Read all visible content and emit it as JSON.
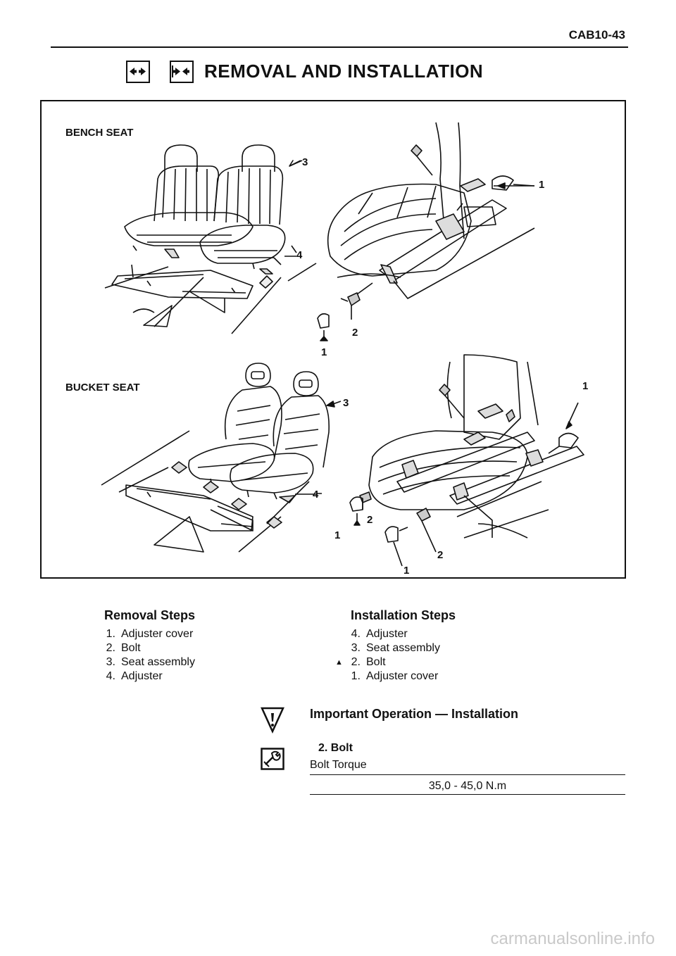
{
  "header": {
    "page_code": "CAB10-43",
    "title": "REMOVAL AND INSTALLATION"
  },
  "icons": {
    "removal": "remove-arrows-icon",
    "installation": "install-arrows-icon",
    "important": "warning-triangle-icon",
    "torque": "torque-wrench-icon"
  },
  "diagram": {
    "bench_label": "BENCH SEAT",
    "bucket_label": "BUCKET SEAT",
    "callouts": [
      "1",
      "2",
      "3",
      "4"
    ]
  },
  "removal": {
    "heading": "Removal Steps",
    "steps": [
      {
        "num": "1.",
        "text": "Adjuster cover"
      },
      {
        "num": "2.",
        "text": "Bolt"
      },
      {
        "num": "3.",
        "text": "Seat assembly"
      },
      {
        "num": "4.",
        "text": "Adjuster"
      }
    ]
  },
  "installation": {
    "heading": "Installation Steps",
    "steps": [
      {
        "num": "4.",
        "text": "Adjuster",
        "marker": ""
      },
      {
        "num": "3.",
        "text": "Seat assembly",
        "marker": ""
      },
      {
        "num": "2.",
        "text": "Bolt",
        "marker": "▲"
      },
      {
        "num": "1.",
        "text": "Adjuster cover",
        "marker": ""
      }
    ]
  },
  "important": {
    "title": "Important Operation — Installation",
    "step": "2. Bolt",
    "torque_label": "Bolt Torque",
    "torque_value": "35,0 - 45,0 N.m"
  },
  "watermark": "carmanualsonline.info"
}
